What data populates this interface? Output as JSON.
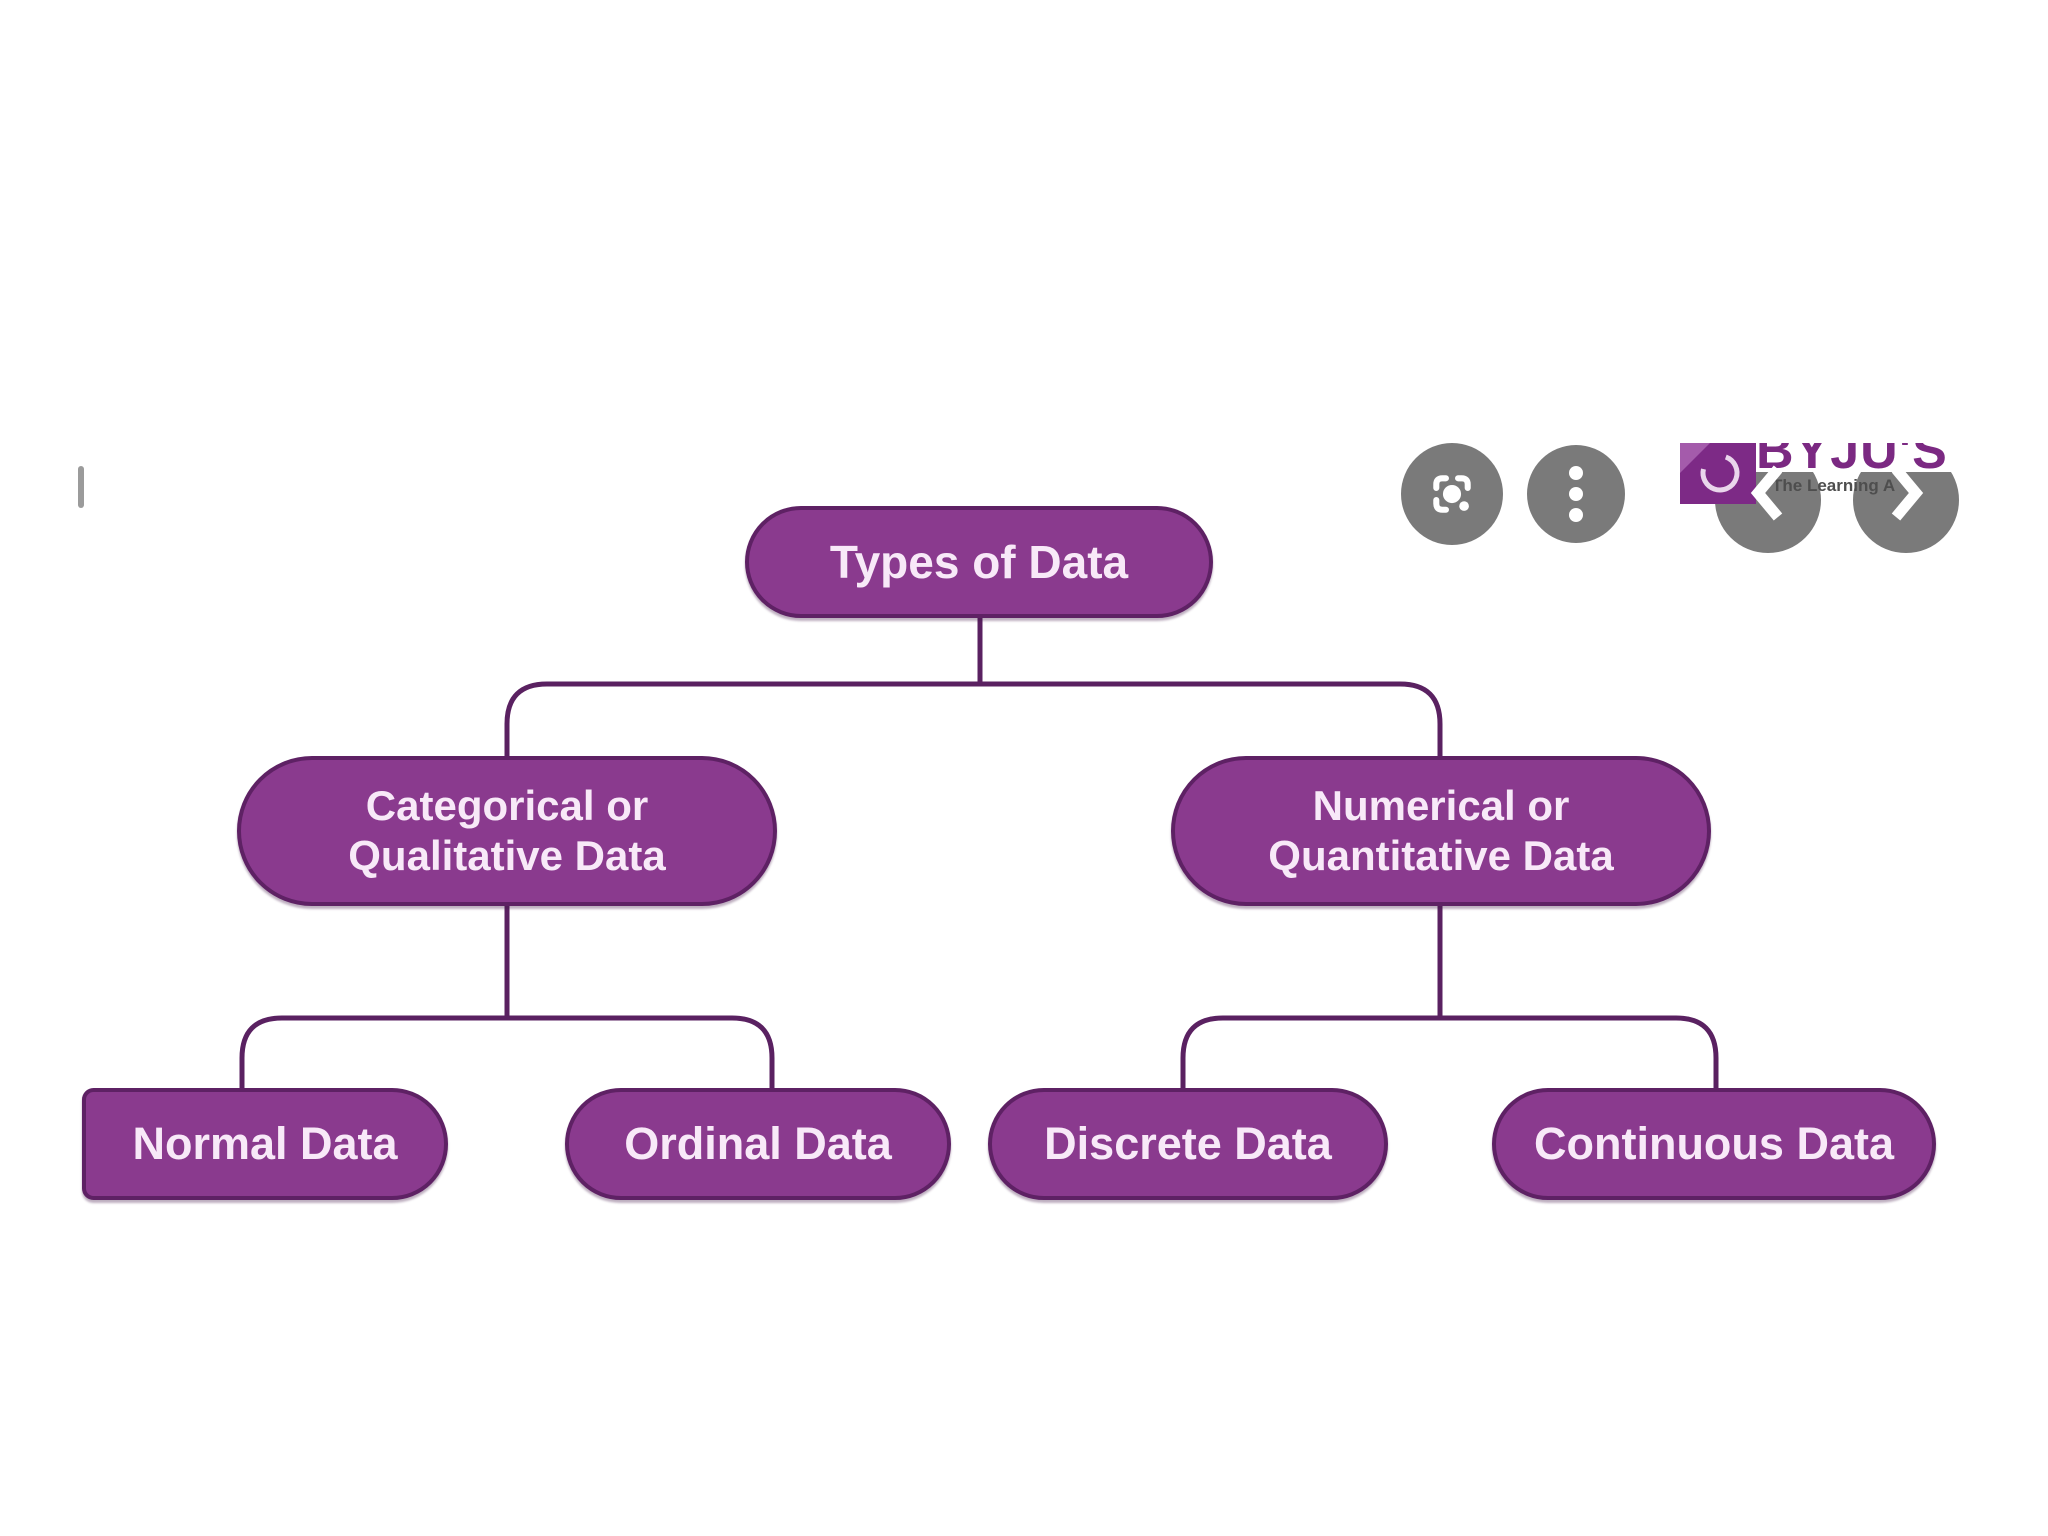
{
  "diagram": {
    "nodes": {
      "root": {
        "label": "Types of Data"
      },
      "categorical": {
        "line1": "Categorical or",
        "line2": "Qualitative Data"
      },
      "numerical": {
        "line1": "Numerical or",
        "line2": "Quantitative Data"
      },
      "normal": {
        "label": "Normal Data"
      },
      "ordinal": {
        "label": "Ordinal Data"
      },
      "discrete": {
        "label": "Discrete Data"
      },
      "continuous": {
        "label": "Continuous Data"
      }
    },
    "colors": {
      "node_fill": "#8a3a8e",
      "node_border": "#5e2164",
      "node_text": "#f8e9f8",
      "connector": "#5a2161"
    }
  },
  "overlay_controls": {
    "circle_color": "#7a7a7a",
    "buttons": [
      {
        "name": "lens",
        "icon": "lens-icon"
      },
      {
        "name": "more-options",
        "icon": "more-vert-icon"
      },
      {
        "name": "previous",
        "icon": "chevron-left-icon"
      },
      {
        "name": "next",
        "icon": "chevron-right-icon"
      }
    ]
  },
  "watermark": {
    "brand": "BYJU'S",
    "tagline": "The Learning A",
    "badge_color": "#7d2a86",
    "brand_color": "#7b2982",
    "tagline_color": "#4e4e4e"
  }
}
